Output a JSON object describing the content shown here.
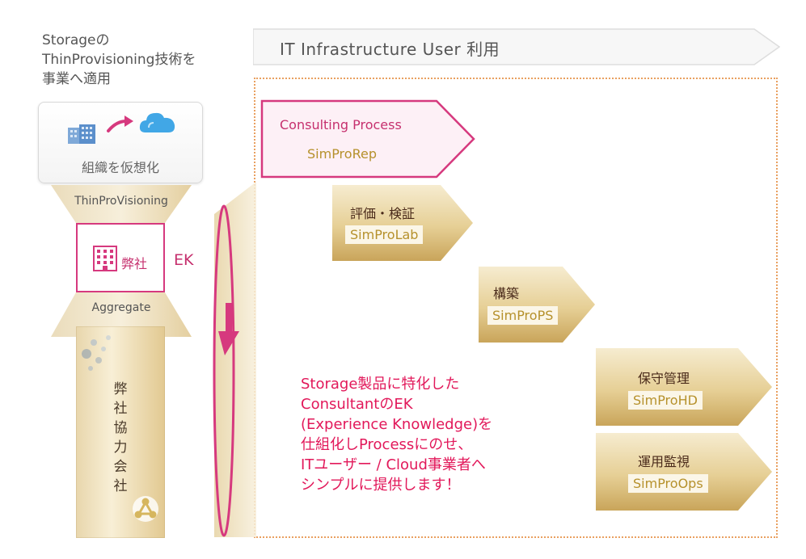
{
  "caption": {
    "line1": "Storageの",
    "line2": "ThinProvisioning技術を",
    "line3": "事業へ適用"
  },
  "banner": {
    "label": "IT Infrastructure User 利用"
  },
  "virtualize": {
    "label": "組織を仮想化"
  },
  "hourglass": {
    "top_label": "ThinProVisioning",
    "company_label": "弊社",
    "ek_label": "EK",
    "bottom_label": "Aggregate",
    "partner_label": "弊社協力会社"
  },
  "steps": [
    {
      "title": "Consulting Process",
      "code": "SimProRep"
    },
    {
      "title": "評価・検証",
      "code": "SimProLab"
    },
    {
      "title": "構築",
      "code": "SimProPS"
    },
    {
      "title": "保守管理",
      "code": "SimProHD"
    },
    {
      "title": "運用監視",
      "code": "SimProOps"
    }
  ],
  "message": {
    "line1": "Storage製品に特化した",
    "line2": "ConsultantのEK",
    "line3": "(Experience Knowledge)を",
    "line4": "仕組化しProcessにのせ、",
    "line5": "ITユーザー / Cloud事業者へ",
    "line6": "シンプルに提供します！"
  },
  "colors": {
    "accent": "#d6397e",
    "message": "#e2185a",
    "gold": "#b6912c",
    "dotted": "#e9a060"
  },
  "icons": [
    "building-icon",
    "arrow-right-icon",
    "cloud-icon",
    "company-building-icon",
    "partner-network-icon",
    "bubbles-icon"
  ]
}
